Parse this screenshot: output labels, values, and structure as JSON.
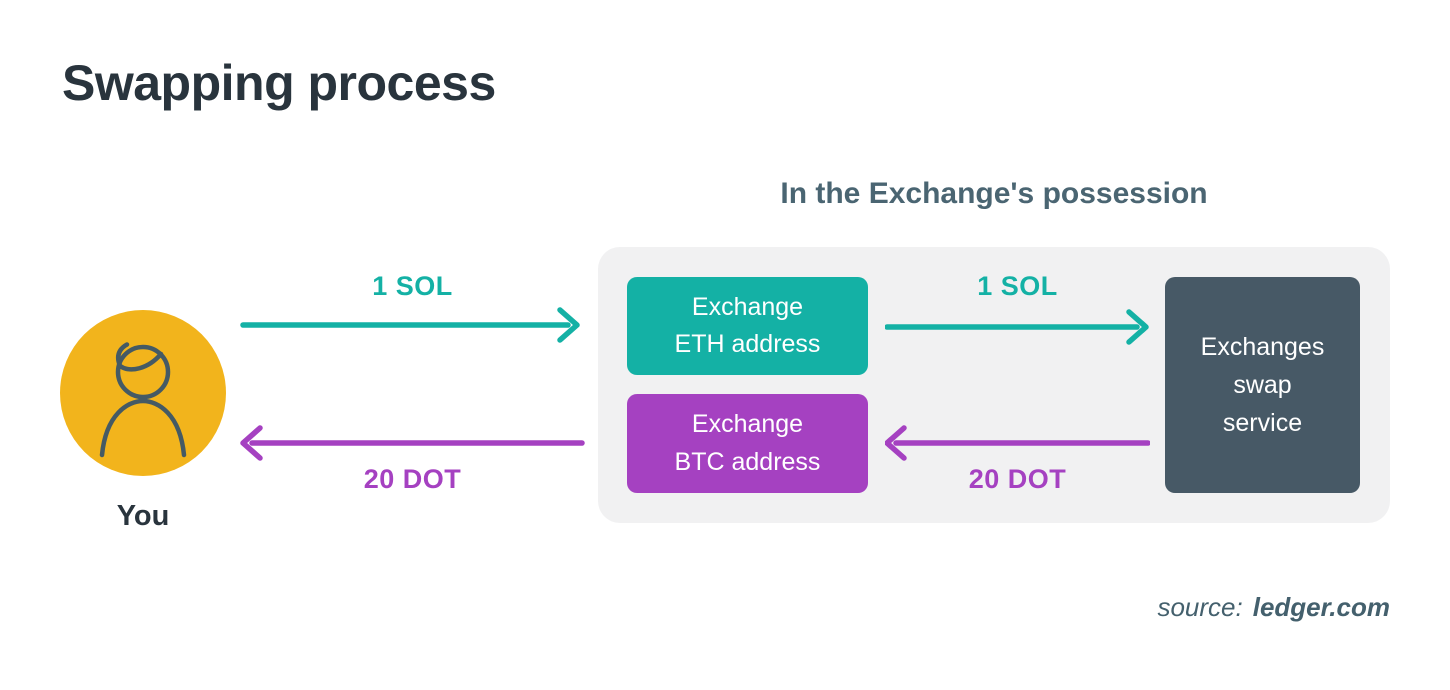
{
  "title": "Swapping process",
  "panel": {
    "heading": "In the Exchange's possession"
  },
  "actor": {
    "label": "You"
  },
  "boxes": {
    "eth": {
      "line1": "Exchange",
      "line2": "ETH address"
    },
    "btc": {
      "line1": "Exchange",
      "line2": "BTC address"
    },
    "swap": {
      "line1": "Exchanges",
      "line2": "swap",
      "line3": "service"
    }
  },
  "flows": {
    "you_to_eth": {
      "label": "1 SOL",
      "direction": "right",
      "color": "teal"
    },
    "eth_to_swap": {
      "label": "1 SOL",
      "direction": "right",
      "color": "teal"
    },
    "swap_to_btc": {
      "label": "20 DOT",
      "direction": "left",
      "color": "purple"
    },
    "btc_to_you": {
      "label": "20 DOT",
      "direction": "left",
      "color": "purple"
    }
  },
  "source": {
    "prefix": "source:",
    "name": "ledger.com"
  },
  "colors": {
    "teal": "#14b1a5",
    "purple": "#a541c1",
    "yellow": "#f2b41c",
    "dark_slate": "#475966",
    "panel_gray": "#f1f1f2",
    "heading_slate": "#4a6572",
    "title_dark": "#29343d",
    "source_slate": "#44606d",
    "text_white": "#ffffff"
  }
}
